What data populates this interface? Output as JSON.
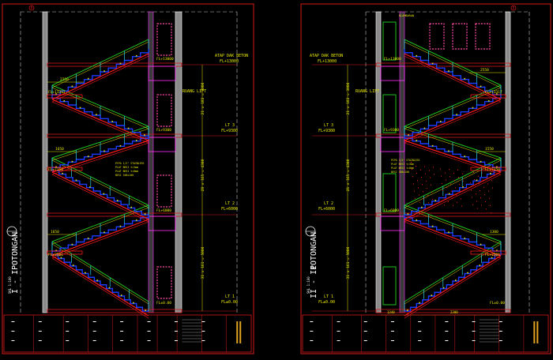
{
  "colors": {
    "background": "#000000",
    "frame": "#d21a1a",
    "wall": "#ffffff",
    "wall_fill": "#8a8a8a",
    "stair_blue": "#1a3cff",
    "stair_red": "#ff1a1a",
    "rail_green": "#20c020",
    "level_line": "#d21a1a",
    "dimension_yellow": "#e8e800",
    "magenta": "#ff30ff",
    "window": "#ff4aa8",
    "cyan": "#28d8e8",
    "dim_line": "#c8c8c8"
  },
  "sheets": [
    {
      "id": "left",
      "section_title": "POTONGAN",
      "section_number": "I - I",
      "scale": "SKL 1:100",
      "grid_marker": "8",
      "roof_label_1": "ATAP DAK BETON",
      "roof_label_2": "FL+13000",
      "lift_label": "RUANG LIFT",
      "levels": [
        {
          "name": "LT 3",
          "fl": "FL+9300"
        },
        {
          "name": "LT 2",
          "fl": "FL+6000"
        },
        {
          "name": "LT 1",
          "fl": "FL±0.00"
        }
      ],
      "landing_labels": [
        "FL+11317",
        "FL+7150",
        "FL+2501"
      ],
      "fl_labels_stair": [
        "FL+13000",
        "FL+9300",
        "FL+6000",
        "FL±0.00"
      ],
      "dims_horizontal": [
        "2250",
        "1650",
        "1650"
      ],
      "dims_vertical": [
        "21 x 183 = 3800",
        "28 x 165 = 4300",
        "31 x 161 = 5000"
      ],
      "notes": [
        "PIPA 1/2\" STAINLESS",
        "PLAT BESI t=3mm",
        "PLAT BESI t=8mm",
        "BESI 100x100"
      ]
    },
    {
      "id": "right",
      "section_title": "POTONGAN",
      "section_number": "II - II",
      "scale": "SKL 1:100",
      "grid_marker": "8",
      "top_label": "KLAMBARAN",
      "roof_label_1": "ATAP DAK BETON",
      "roof_label_2": "FL+13000",
      "lift_label": "RUANG LIFT",
      "levels": [
        {
          "name": "LT 3",
          "fl": "FL+9300"
        },
        {
          "name": "LT 2",
          "fl": "FL+6000"
        },
        {
          "name": "LT 1",
          "fl": "FL±0.00"
        }
      ],
      "landing_labels": [
        "FL+11317",
        "FL+7150",
        "FL+2501"
      ],
      "fl_labels_stair": [
        "FL+13000",
        "FL+9300",
        "FL+6000",
        "FL±0.00"
      ],
      "dims_horizontal": [
        "2550",
        "1550",
        "1300"
      ],
      "dims_vertical": [
        "21 x 183 = 3800",
        "26 x 165 = 4300",
        "31 x 161 = 5000"
      ],
      "notes": [
        "PIPA 1/2\" STAINLESS",
        "PLAT BESI t=3mm",
        "PLAT BESI t=8mm",
        "BESI 100x100"
      ],
      "bottom_dims": [
        "1340",
        "2300"
      ]
    }
  ],
  "title_block": {
    "cells": [
      "",
      "",
      "",
      "",
      "",
      "",
      "",
      ""
    ]
  }
}
